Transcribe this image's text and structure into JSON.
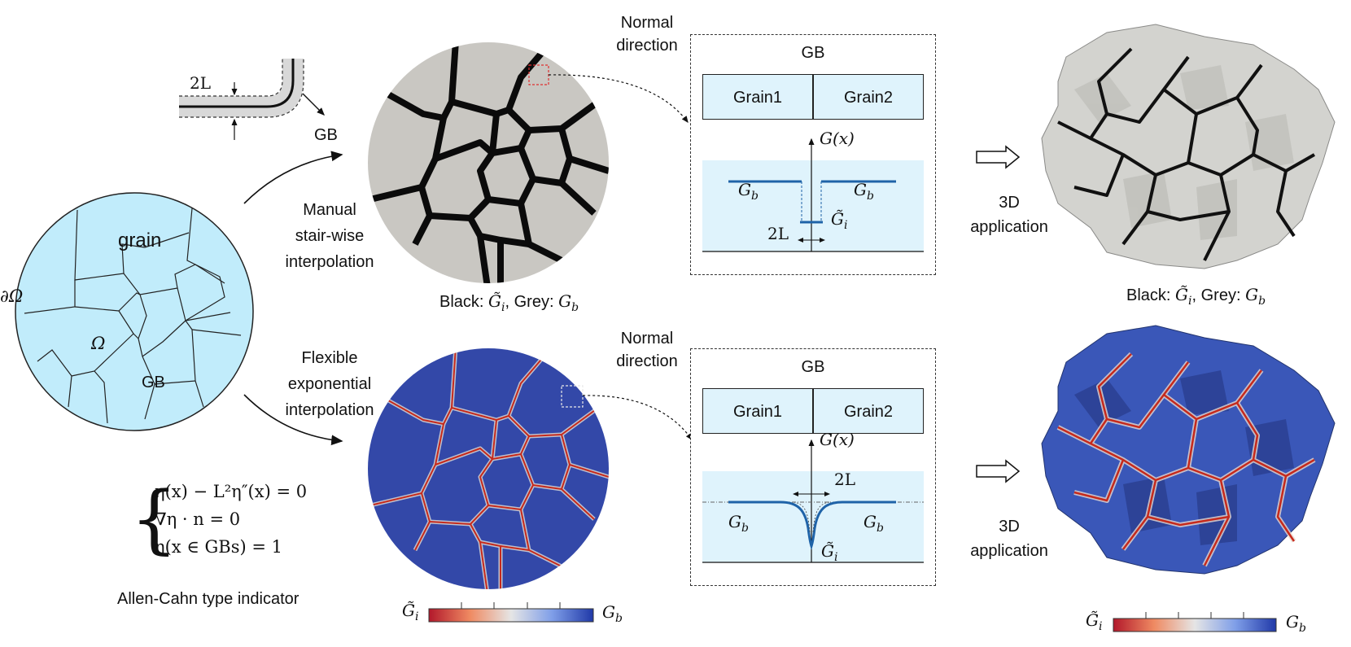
{
  "domain_figure": {
    "scheme_2l_label": "2L",
    "scheme_gb_label": "GB",
    "domain_labels": {
      "grain": "grain",
      "boundary": "∂Ω",
      "omega": "Ω",
      "gb": "GB"
    },
    "arrow_top_label": "Manual\nstair-wise\ninterpolation",
    "arrow_bottom_label": "Flexible\nexponential\ninterpolation",
    "equations": [
      "η(x) − L²η″(x) = 0",
      "∇η · n = 0",
      "η(x ∈ GBs) = 1"
    ],
    "indicator_caption": "Allen-Cahn type indicator"
  },
  "top_row": {
    "normal_direction": "Normal\ndirection",
    "panel": {
      "title": "GB",
      "grain1": "Grain1",
      "grain2": "Grain2",
      "axis_label": "G(x)",
      "gb_left": "G",
      "gb_left_sub": "b",
      "gb_right": "G",
      "gb_right_sub": "b",
      "gi": "G̃",
      "gi_sub": "i",
      "width_label": "2L"
    },
    "map_caption": "Black: G̃ᵢ, Grey: G_b",
    "map_caption_parts": {
      "black": "Black: ",
      "gi": "G̃",
      "gi_sub": "i",
      "grey": ", Grey: ",
      "gb": "G",
      "gb_sub": "b"
    },
    "arrow_3d_label": "3D\napplication",
    "result_caption_parts": {
      "black": "Black: ",
      "gi": "G̃",
      "gi_sub": "i",
      "grey": ", Grey: ",
      "gb": "G",
      "gb_sub": "b"
    }
  },
  "bottom_row": {
    "normal_direction": "Normal\ndirection",
    "panel": {
      "title": "GB",
      "grain1": "Grain1",
      "grain2": "Grain2",
      "axis_label": "G(x)",
      "gb_left": "G",
      "gb_left_sub": "b",
      "gb_right": "G",
      "gb_right_sub": "b",
      "gi": "G̃",
      "gi_sub": "i",
      "width_label": "2L"
    },
    "arrow_3d_label": "3D\napplication",
    "colorbar_min": "G̃",
    "colorbar_min_sub": "i",
    "colorbar_max": "G",
    "colorbar_max_sub": "b"
  },
  "colors": {
    "grain_fill": "#c1ecfb",
    "panel_fill": "#dff3fc",
    "grey_map": "#c9c7c2",
    "blue_map": "#3348a8",
    "gb_red": "#c62a1c",
    "curve_blue": "#1f63a8",
    "solid_grey": "#d3d3cf",
    "solid_blue": "#3a57b8"
  }
}
